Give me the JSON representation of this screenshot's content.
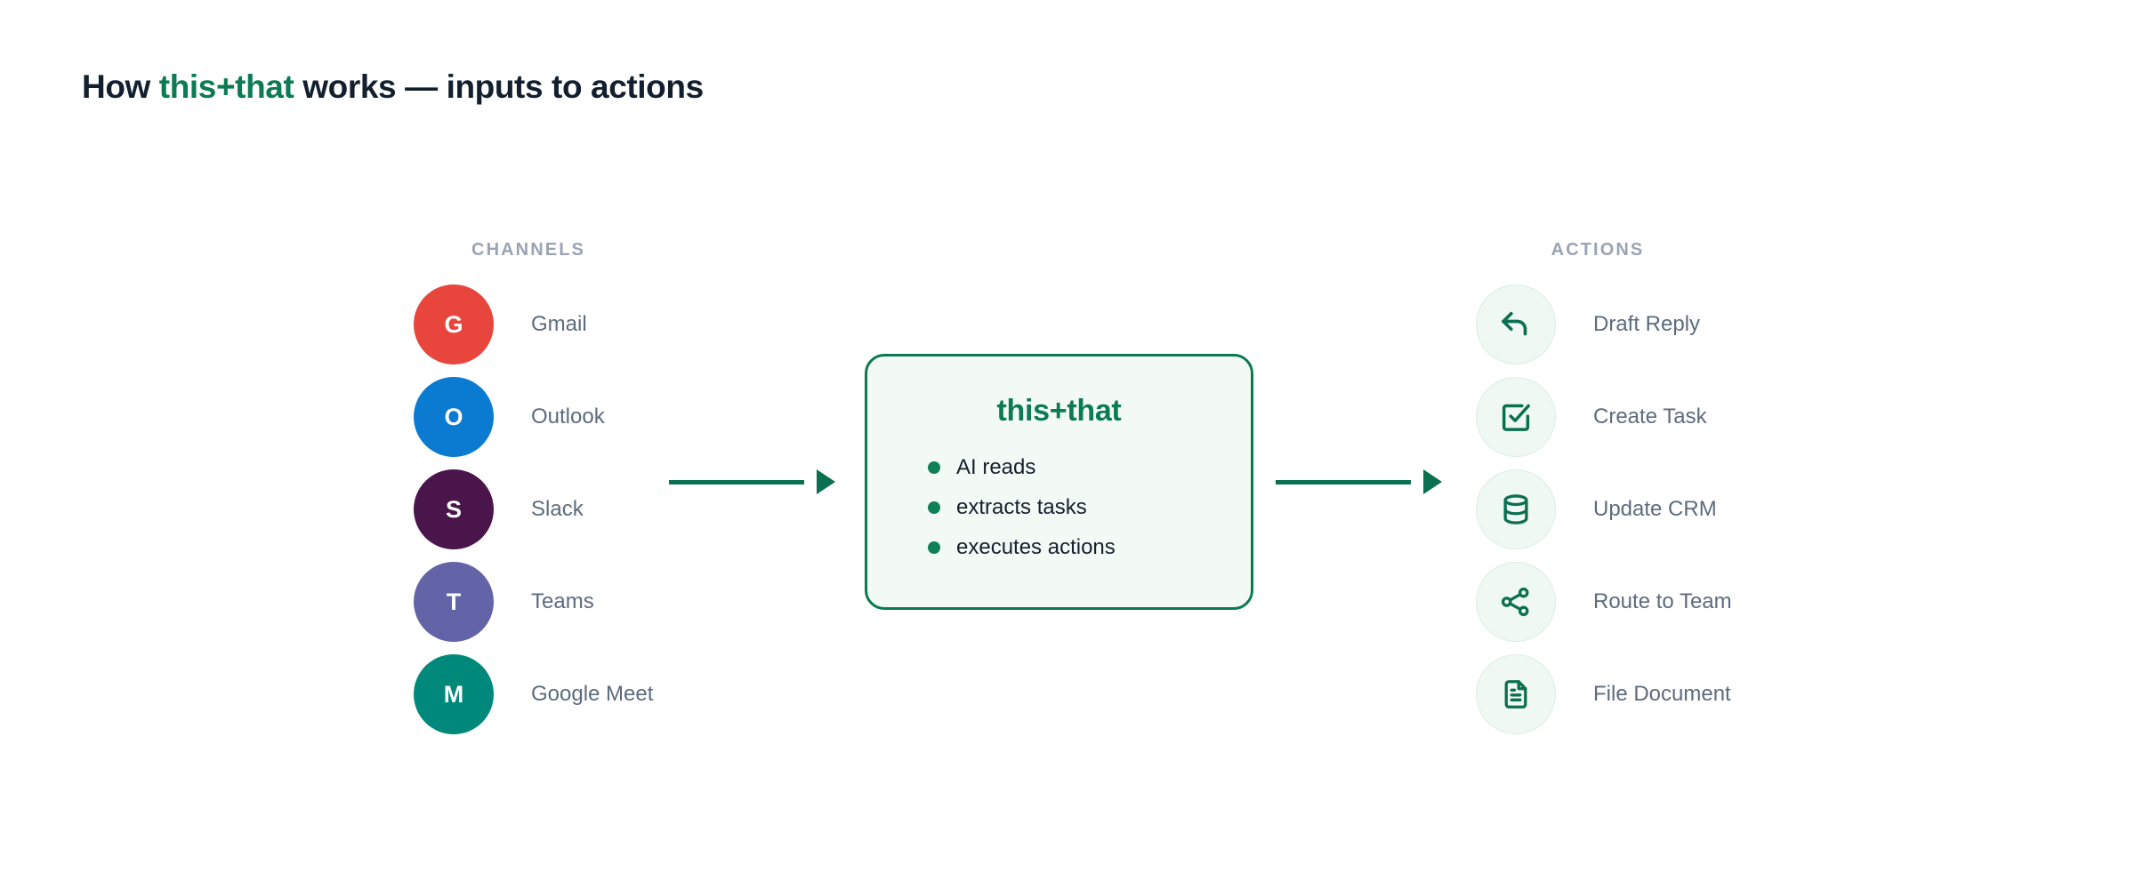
{
  "title": {
    "prefix": "How ",
    "brand": "this+that",
    "suffix": " works — inputs to actions"
  },
  "columns": {
    "channels_header": "CHANNELS",
    "actions_header": "ACTIONS"
  },
  "channels": [
    {
      "initial": "G",
      "label": "Gmail",
      "color": "#e8453c",
      "icon": "gmail-badge"
    },
    {
      "initial": "O",
      "label": "Outlook",
      "color": "#0a7bd0",
      "icon": "outlook-badge"
    },
    {
      "initial": "S",
      "label": "Slack",
      "color": "#4a154b",
      "icon": "slack-badge"
    },
    {
      "initial": "T",
      "label": "Teams",
      "color": "#6264a7",
      "icon": "teams-badge"
    },
    {
      "initial": "M",
      "label": "Google Meet",
      "color": "#00897b",
      "icon": "google-meet-badge"
    }
  ],
  "center": {
    "title": "this+that",
    "steps": [
      "AI reads",
      "extracts tasks",
      "executes actions"
    ]
  },
  "actions": [
    {
      "label": "Draft Reply",
      "icon": "reply-arrow-icon"
    },
    {
      "label": "Create Task",
      "icon": "checkbox-check-icon"
    },
    {
      "label": "Update CRM",
      "icon": "database-icon"
    },
    {
      "label": "Route to Team",
      "icon": "share-nodes-icon"
    },
    {
      "label": "File Document",
      "icon": "document-icon"
    }
  ],
  "arrows": {
    "left": "arrow-channels-to-engine",
    "right": "arrow-engine-to-actions"
  },
  "colors": {
    "brand_green": "#0c7b53",
    "card_fill": "#f3faf6",
    "card_border": "#0b7a52",
    "arrow": "#0b7050",
    "label_gray": "#5d6b7e",
    "header_gray": "#9aa3b2",
    "title_dark": "#121f2e",
    "action_circle_fill": "#eff8f3"
  }
}
